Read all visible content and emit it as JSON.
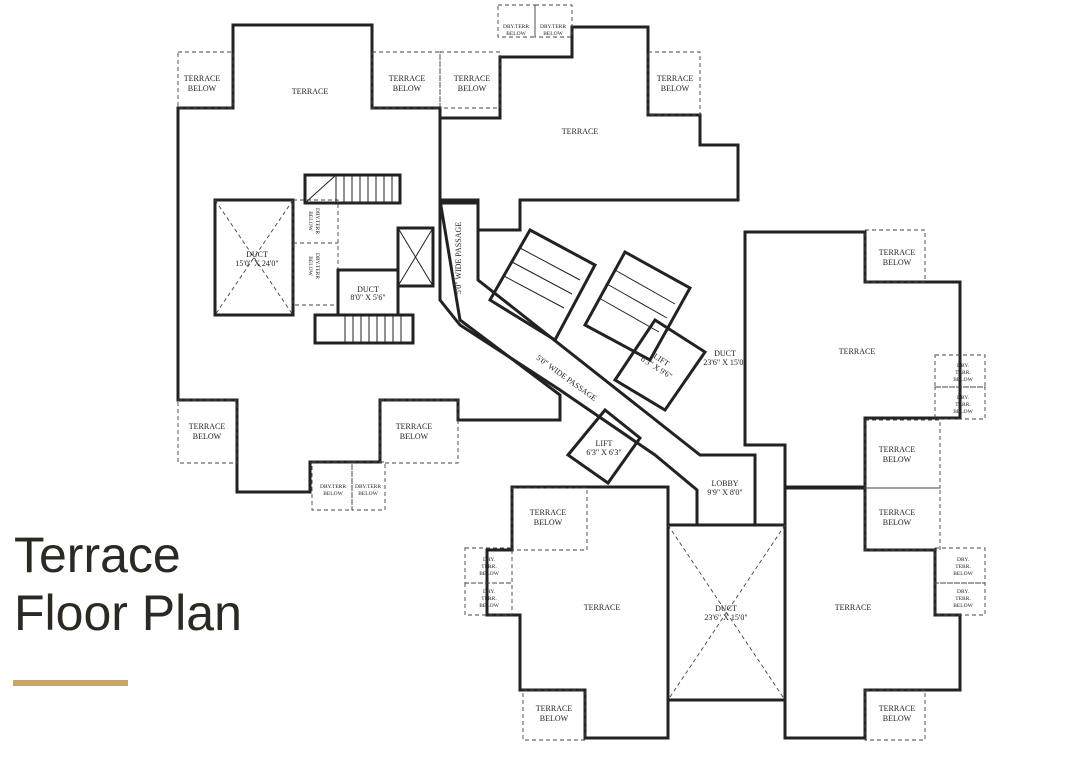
{
  "title": {
    "line1": "Terrace",
    "line2": "Floor Plan"
  },
  "colors": {
    "accent": "#c9a665",
    "text": "#2b2a22",
    "line": "#222222"
  },
  "labels": {
    "terrace": "TERRACE",
    "terrace_below_1": "TERRACE",
    "terrace_below_2": "BELOW",
    "dry_terr_1": "DRY.TERR",
    "dry_terr_2": "BELOW",
    "dry_terr_dot_1": "DRY.",
    "dry_terr_dot_2": "TERR.",
    "dry_terr_dot_3": "BELOW",
    "duct_left_1": "DUCT",
    "duct_left_2": "15'0\" X 24'0\"",
    "duct_small_1": "DUCT",
    "duct_small_2": "8'0\" X 5'6\"",
    "passage": "5'0\" WIDE PASSAGE",
    "lift_big_1": "LIFT",
    "lift_big_2": "6'3\" X 9'6\"",
    "duct_mid_1": "DUCT",
    "duct_mid_2": "23'6\" X 15'0\"",
    "lift_small_1": "LIFT",
    "lift_small_2": "6'3\" X 6'3\"",
    "lobby_1": "LOBBY",
    "lobby_2": "9'9\" X 8'0\"",
    "duct_bottom_1": "DUCT",
    "duct_bottom_2": "23'6\" X 15'0\""
  }
}
